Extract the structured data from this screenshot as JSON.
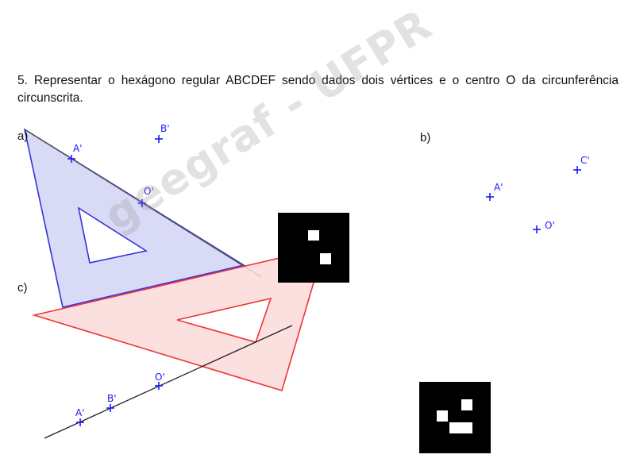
{
  "problem": {
    "text": "5. Representar o hexágono regular ABCDEF sendo dados dois vértices e o centro O da circunferência circunscrita."
  },
  "parts": {
    "a": "a)",
    "b": "b)",
    "c": "c)"
  },
  "points": {
    "a": {
      "A": "A'",
      "B": "B'",
      "O": "O'"
    },
    "b": {
      "A": "A'",
      "C": "C'",
      "O": "O'"
    },
    "c": {
      "A": "A'",
      "B": "B'",
      "O": "O'"
    }
  },
  "watermark": "geegraf - UFPR",
  "colors": {
    "point": "#1a1aff",
    "triangle_blue_fill": "#d9daf6",
    "triangle_blue_stroke": "#3333dd",
    "triangle_red_fill": "#fbdada",
    "triangle_red_stroke": "#ee3333",
    "line": "#222222"
  }
}
